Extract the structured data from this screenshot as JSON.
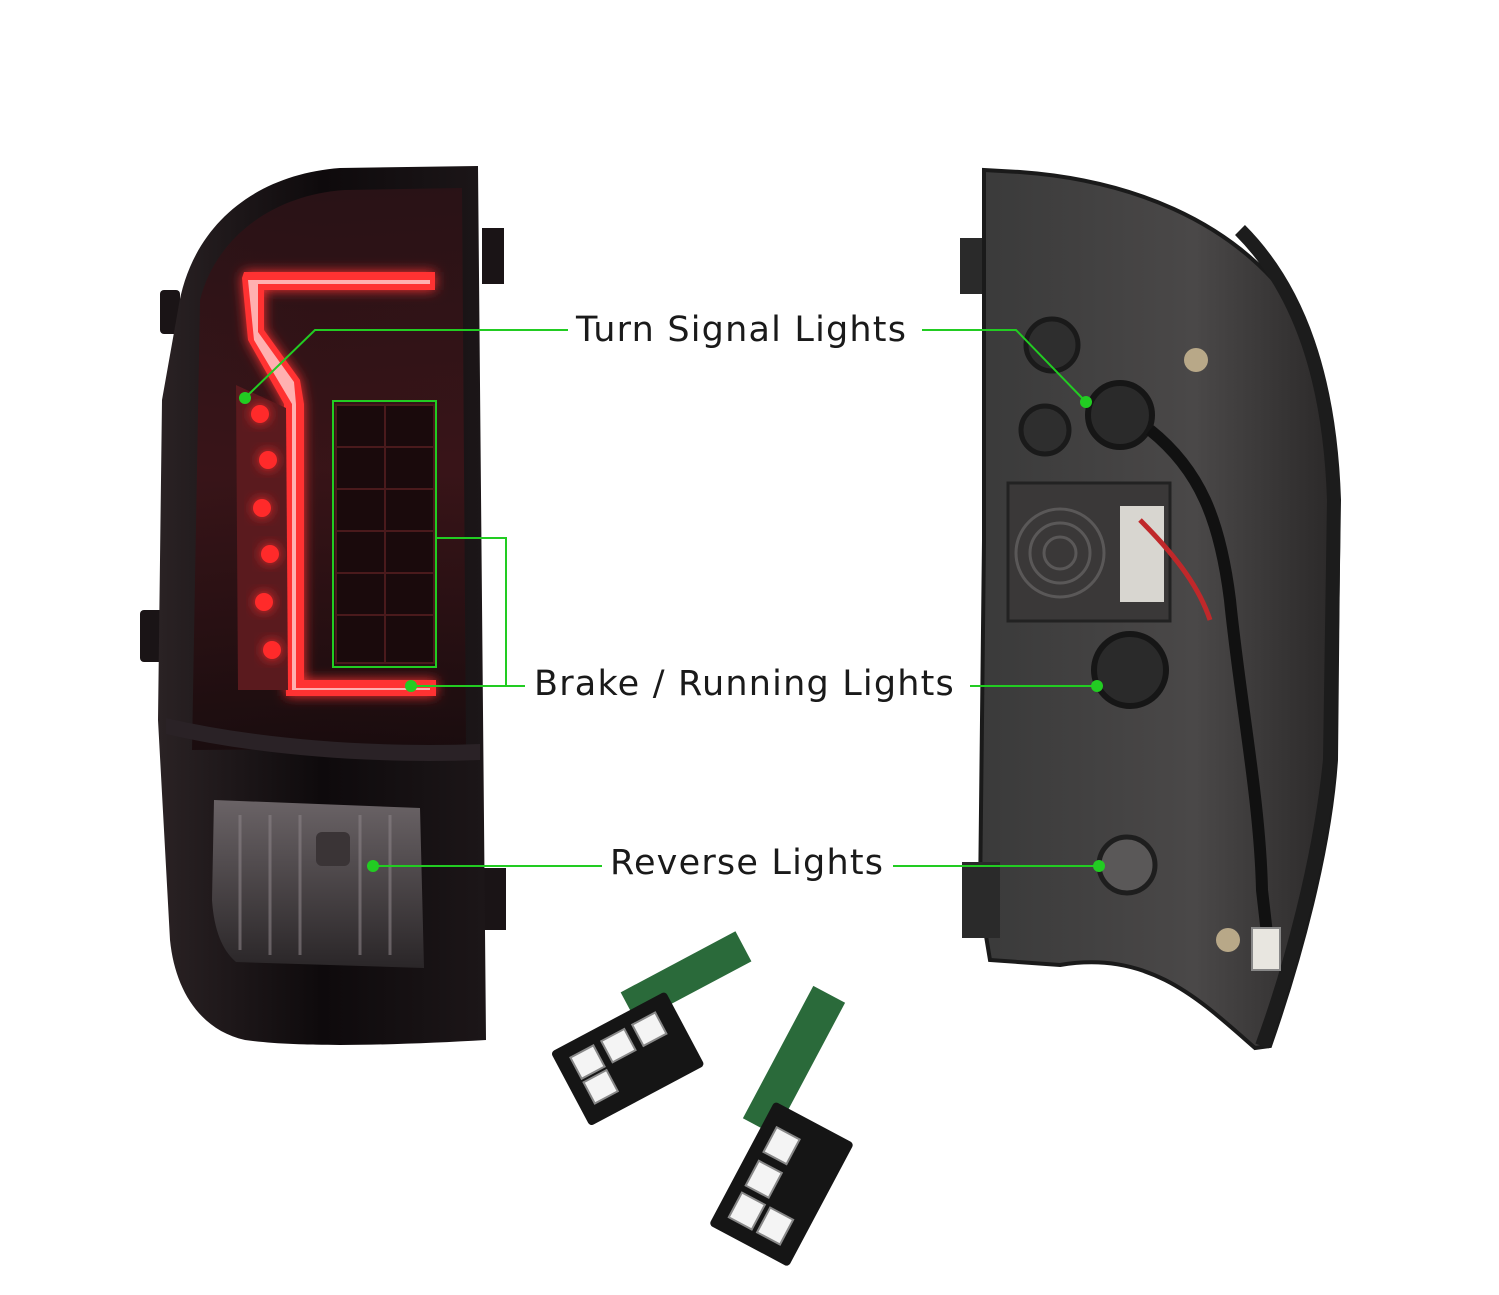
{
  "callouts": {
    "turn_signal": "Turn Signal Lights",
    "brake_running": "Brake / Running Lights",
    "reverse": "Reverse Lights"
  },
  "colors": {
    "callout_line": "#22cc22",
    "callout_dot": "#22cc22",
    "led_red": "#ff2a2a",
    "housing_dark": "#141012",
    "background": "#ffffff"
  },
  "icons": {
    "front_view": "tail-light-front-image",
    "rear_view": "tail-light-back-image",
    "bulbs": "t15-led-bulb-image"
  }
}
